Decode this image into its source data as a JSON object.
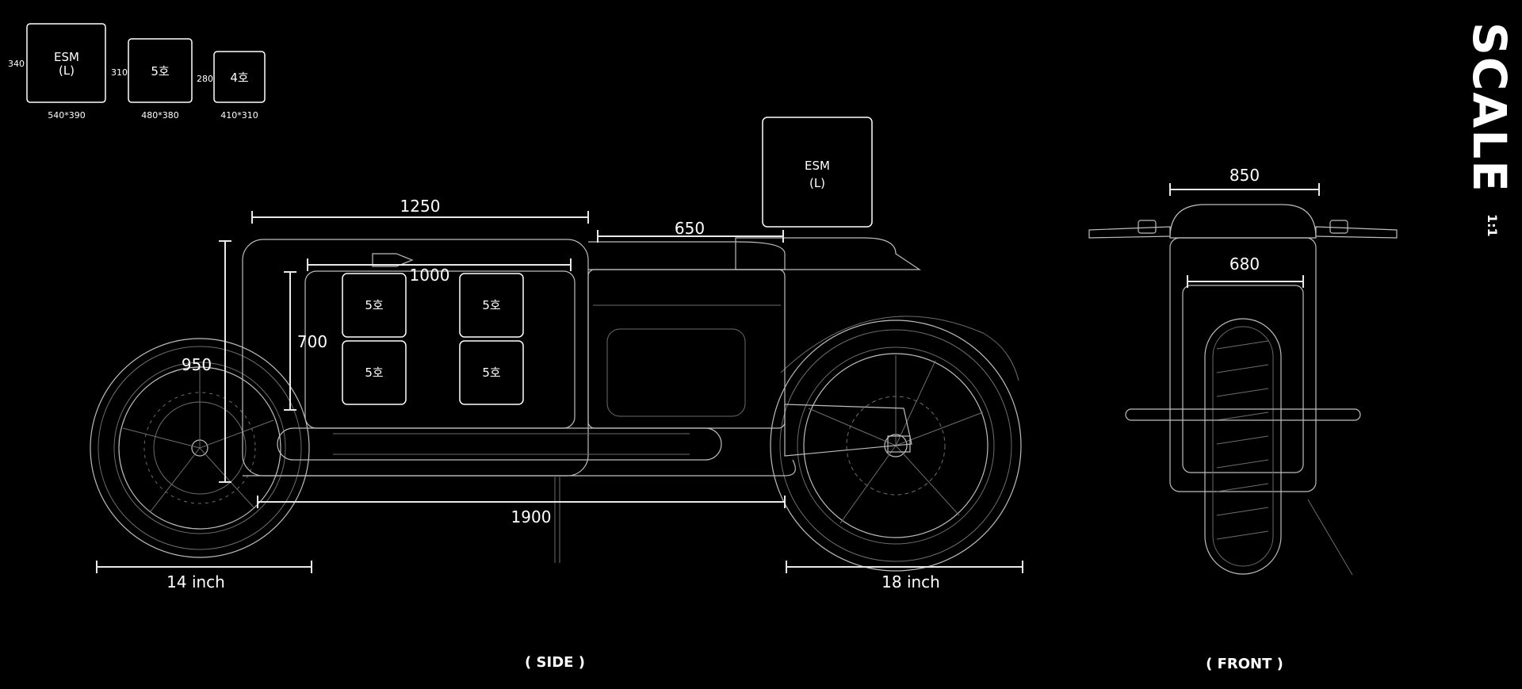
{
  "title": {
    "word": "SCALE",
    "ratio": "1:1"
  },
  "legend": [
    {
      "id": "esm",
      "label_line1": "ESM",
      "label_line2": "(L)",
      "height": "340",
      "size": "540*390"
    },
    {
      "id": "no5",
      "label_line1": "5호",
      "height": "310",
      "size": "480*380"
    },
    {
      "id": "no4",
      "label_line1": "4호",
      "height": "280",
      "size": "410*310"
    }
  ],
  "side": {
    "label": "( SIDE )",
    "top_box": {
      "line1": "ESM",
      "line2": "(L)"
    },
    "cargo_boxes": [
      "5호",
      "5호",
      "5호",
      "5호"
    ],
    "dims": {
      "length_top": "1250",
      "seat": "650",
      "inner_length": "1000",
      "inner_height": "700",
      "height": "950",
      "wheelbase": "1900",
      "front_wheel": "14 inch",
      "rear_wheel": "18 inch"
    }
  },
  "front": {
    "label": "( FRONT )",
    "dims": {
      "outer_width": "850",
      "inner_width": "680"
    }
  }
}
